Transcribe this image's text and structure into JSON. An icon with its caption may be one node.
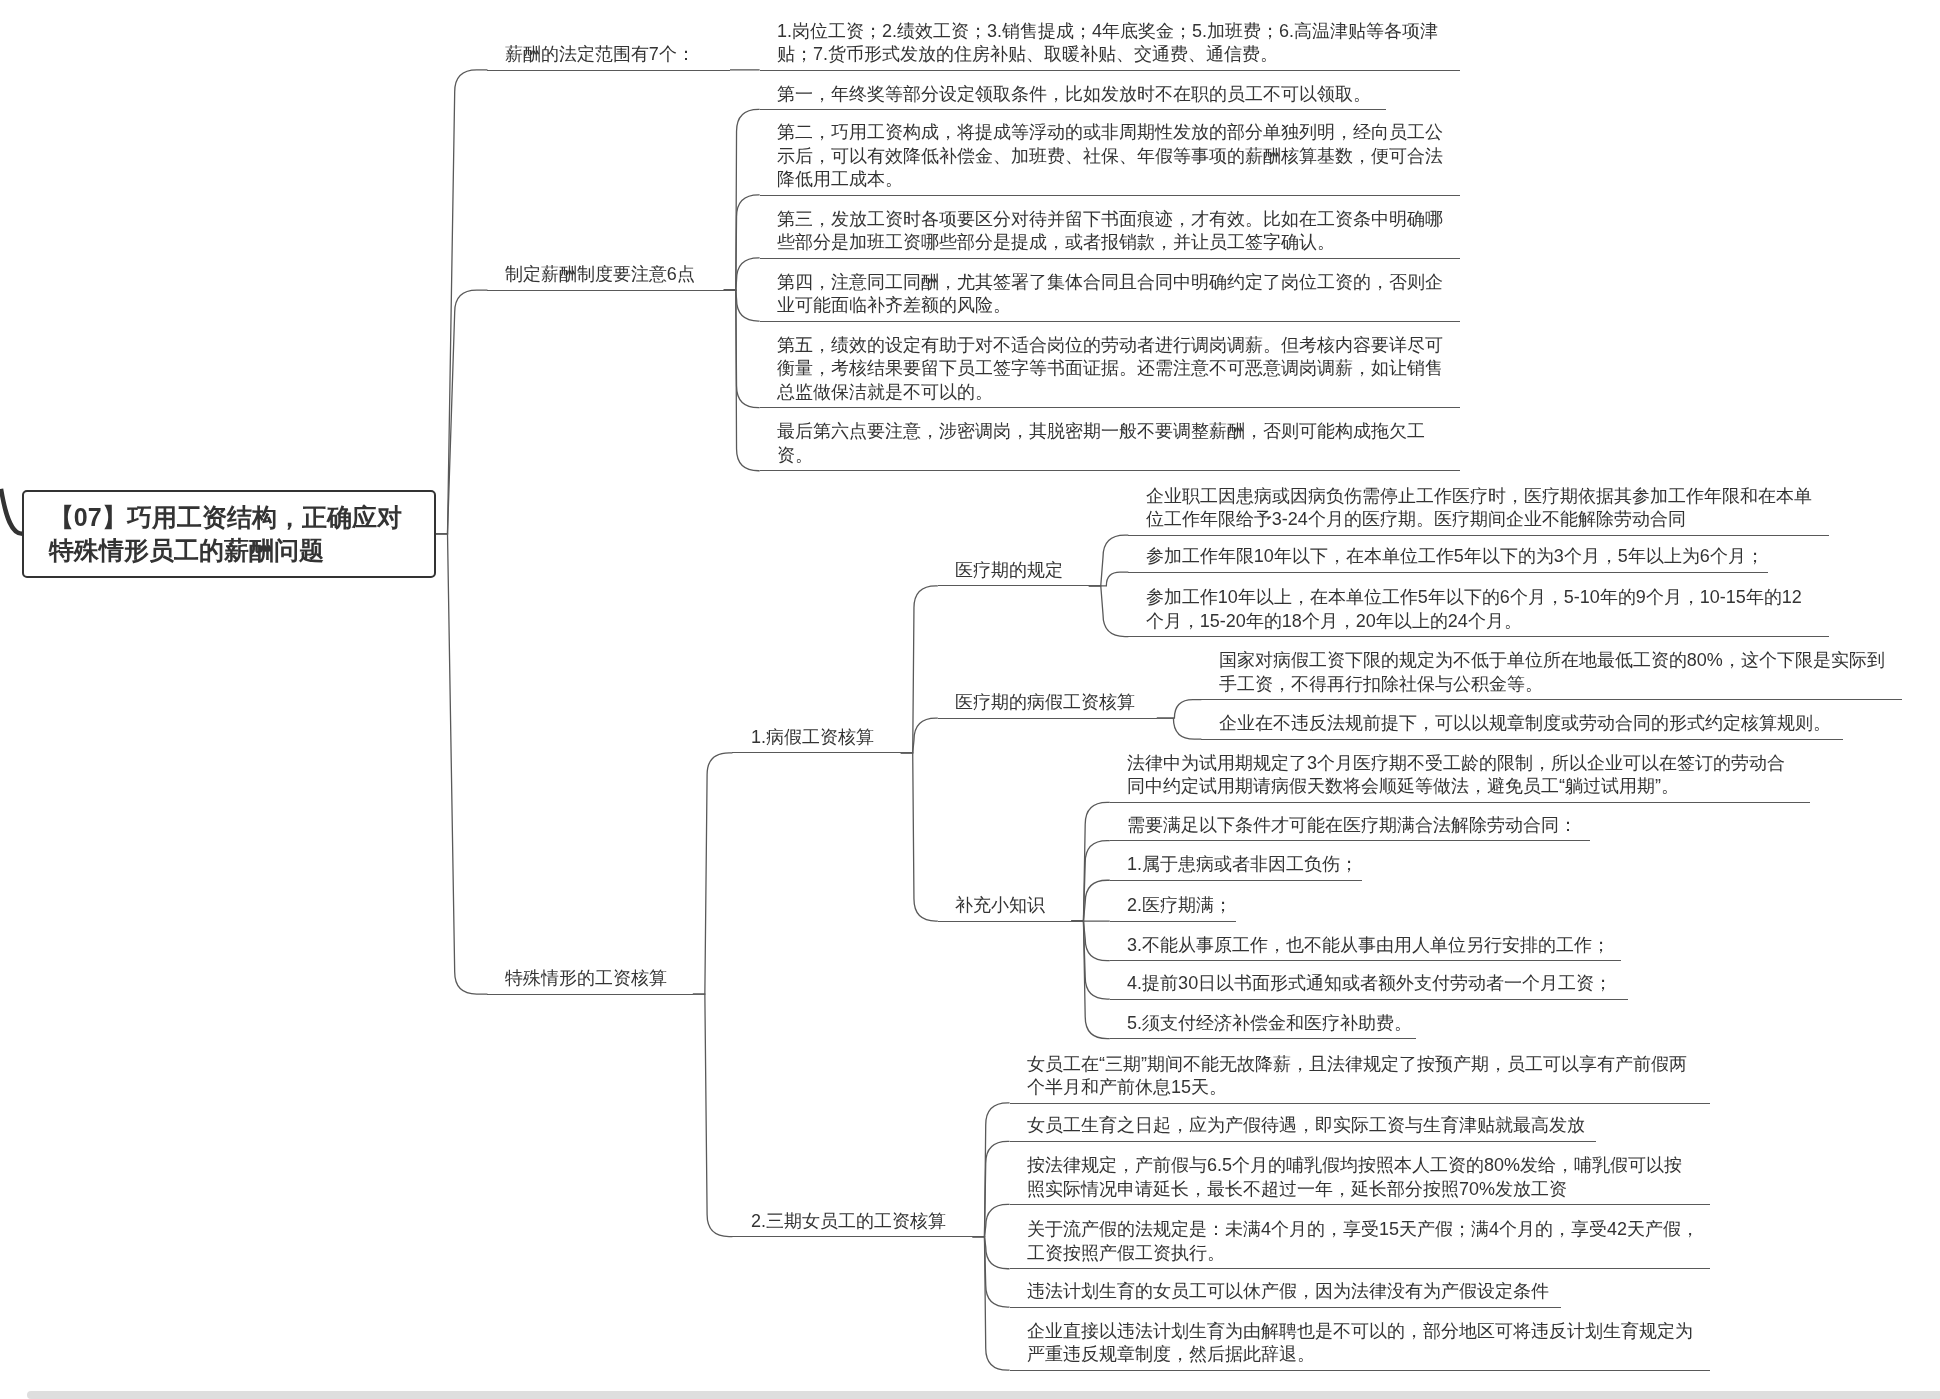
{
  "diagram": {
    "nodes": [
      {
        "text": [
          "【07】巧用工资结构，正确应对特殊情形员工的薪酬问题"
        ]
      },
      {
        "text": [
          "薪酬的法定范围有7个："
        ]
      },
      {
        "text": [
          "1.岗位工资；2.绩效工资；3.销售提成；4年底奖金；5.加班费；6.高温津贴等各项津贴；7.货币形式发放的住房补贴、取暖补贴、交通费、通信费。"
        ]
      },
      {
        "text": [
          "制定薪酬制度要注意6点"
        ]
      },
      {
        "text": [
          "第一，年终奖等部分设定领取条件，比如发放时不在职的员工不可以领取。"
        ]
      },
      {
        "text": [
          "第二，巧用工资构成，将提成等浮动的或非周期性发放的部分单独列明，经向员工公示后，可以有效降低补偿金、加班费、社保、年假等事项的薪酬核算基数，便可合法降低用工成本。"
        ]
      },
      {
        "text": [
          "第三，发放工资时各项要区分对待并留下书面痕迹，才有效。比如在工资条中明确哪些部分是加班工资哪些部分是提成，或者报销款，并让员工签字确认。"
        ]
      },
      {
        "text": [
          "第四，注意同工同酬，尤其签署了集体合同且合同中明确约定了岗位工资的，否则企业可能面临补齐差额的风险。"
        ]
      },
      {
        "text": [
          "第五，绩效的设定有助于对不适合岗位的劳动者进行调岗调薪。但考核内容要详尽可衡量，考核结果要留下员工签字等书面证据。还需注意不可恶意调岗调薪，如让销售总监做保洁就是不可以的。"
        ]
      },
      {
        "text": [
          "最后第六点要注意，涉密调岗，其脱密期一般不要调整薪酬，否则可能构成拖欠工资。"
        ]
      },
      {
        "text": [
          "特殊情形的工资核算"
        ]
      },
      {
        "text": [
          "1.病假工资核算"
        ]
      },
      {
        "text": [
          "医疗期的规定"
        ]
      },
      {
        "text": [
          "企业职工因患病或因病负伤需停止工作医疗时，医疗期依据其参加工作年限和在本单位工作年限给予3-24个月的医疗期。医疗期间企业不能解除劳动合同"
        ]
      },
      {
        "text": [
          "参加工作年限10年以下，在本单位工作5年以下的为3个月，5年以上为6个月；"
        ]
      },
      {
        "text": [
          "参加工作10年以上，在本单位工作5年以下的6个月，5-10年的9个月，10-15年的12个月，15-20年的18个月，20年以上的24个月。"
        ]
      },
      {
        "text": [
          "医疗期的病假工资核算"
        ]
      },
      {
        "text": [
          "国家对病假工资下限的规定为不低于单位所在地最低工资的80%，这个下限是实际到手工资，不得再行扣除社保与公积金等。"
        ]
      },
      {
        "text": [
          "企业在不违反法规前提下，可以以规章制度或劳动合同的形式约定核算规则。"
        ]
      },
      {
        "text": [
          "补充小知识"
        ]
      },
      {
        "text": [
          "法律中为试用期规定了3个月医疗期不受工龄的限制，所以企业可以在签订的劳动合同中约定试用期请病假天数将会顺延等做法，避免员工“躺过试用期”。"
        ]
      },
      {
        "text": [
          "需要满足以下条件才可能在医疗期满合法解除劳动合同："
        ]
      },
      {
        "text": [
          "1.属于患病或者非因工负伤；"
        ]
      },
      {
        "text": [
          "2.医疗期满；"
        ]
      },
      {
        "text": [
          "3.不能从事原工作，也不能从事由用人单位另行安排的工作；"
        ]
      },
      {
        "text": [
          "4.提前30日以书面形式通知或者额外支付劳动者一个月工资；"
        ]
      },
      {
        "text": [
          "5.须支付经济补偿金和医疗补助费。"
        ]
      },
      {
        "text": [
          "2.三期女员工的工资核算"
        ]
      },
      {
        "text": [
          "女员工在“三期”期间不能无故降薪，且法律规定了按预产期，员工可以享有产前假两个半月和产前休息15天。"
        ]
      },
      {
        "text": [
          "女员工生育之日起，应为产假待遇，即实际工资与生育津贴就最高发放"
        ]
      },
      {
        "text": [
          "按法律规定，产前假与6.5个月的哺乳假均按照本人工资的80%发给，哺乳假可以按照实际情况申请延长，最长不超过一年，延长部分按照70%发放工资"
        ]
      },
      {
        "text": [
          "关于流产假的法规定是：未满4个月的，享受15天产假；满4个月的，享受42天产假，工资按照产假工资执行。"
        ]
      },
      {
        "text": [
          "违法计划生育的女员工可以休产假，因为法律没有为产假设定条件"
        ]
      },
      {
        "text": [
          "企业直接以违法计划生育为由解聘也是不可以的，部分地区可将违反计划生育规定为严重违反规章制度，然后据此辞退。"
        ]
      }
    ],
    "edges": [
      {
        "from": null,
        "to": 0,
        "arrow": "none",
        "style": "thick"
      },
      {
        "from": 0,
        "to": 1,
        "arrow": "none"
      },
      {
        "from": 1,
        "to": 2,
        "arrow": "none"
      },
      {
        "from": 0,
        "to": 3,
        "arrow": "none"
      },
      {
        "from": 3,
        "to": 4,
        "arrow": "none"
      },
      {
        "from": 3,
        "to": 5,
        "arrow": "none"
      },
      {
        "from": 3,
        "to": 6,
        "arrow": "none"
      },
      {
        "from": 3,
        "to": 7,
        "arrow": "none"
      },
      {
        "from": 3,
        "to": 8,
        "arrow": "none"
      },
      {
        "from": 3,
        "to": 9,
        "arrow": "none"
      },
      {
        "from": 0,
        "to": 10,
        "arrow": "none"
      },
      {
        "from": 10,
        "to": 11,
        "arrow": "none"
      },
      {
        "from": 11,
        "to": 12,
        "arrow": "none"
      },
      {
        "from": 12,
        "to": 13,
        "arrow": "none"
      },
      {
        "from": 12,
        "to": 14,
        "arrow": "none"
      },
      {
        "from": 12,
        "to": 15,
        "arrow": "none"
      },
      {
        "from": 11,
        "to": 16,
        "arrow": "none"
      },
      {
        "from": 16,
        "to": 17,
        "arrow": "none"
      },
      {
        "from": 16,
        "to": 18,
        "arrow": "none"
      },
      {
        "from": 11,
        "to": 19,
        "arrow": "none"
      },
      {
        "from": 19,
        "to": 20,
        "arrow": "none"
      },
      {
        "from": 19,
        "to": 21,
        "arrow": "none"
      },
      {
        "from": 19,
        "to": 22,
        "arrow": "none"
      },
      {
        "from": 19,
        "to": 23,
        "arrow": "none"
      },
      {
        "from": 19,
        "to": 24,
        "arrow": "none"
      },
      {
        "from": 19,
        "to": 25,
        "arrow": "none"
      },
      {
        "from": 19,
        "to": 26,
        "arrow": "none"
      },
      {
        "from": 10,
        "to": 27,
        "arrow": "none"
      },
      {
        "from": 27,
        "to": 28,
        "arrow": "none"
      },
      {
        "from": 27,
        "to": 29,
        "arrow": "none"
      },
      {
        "from": 27,
        "to": 30,
        "arrow": "none"
      },
      {
        "from": 27,
        "to": 31,
        "arrow": "none"
      },
      {
        "from": 27,
        "to": 32,
        "arrow": "none"
      },
      {
        "from": 27,
        "to": 33,
        "arrow": "none"
      }
    ]
  }
}
